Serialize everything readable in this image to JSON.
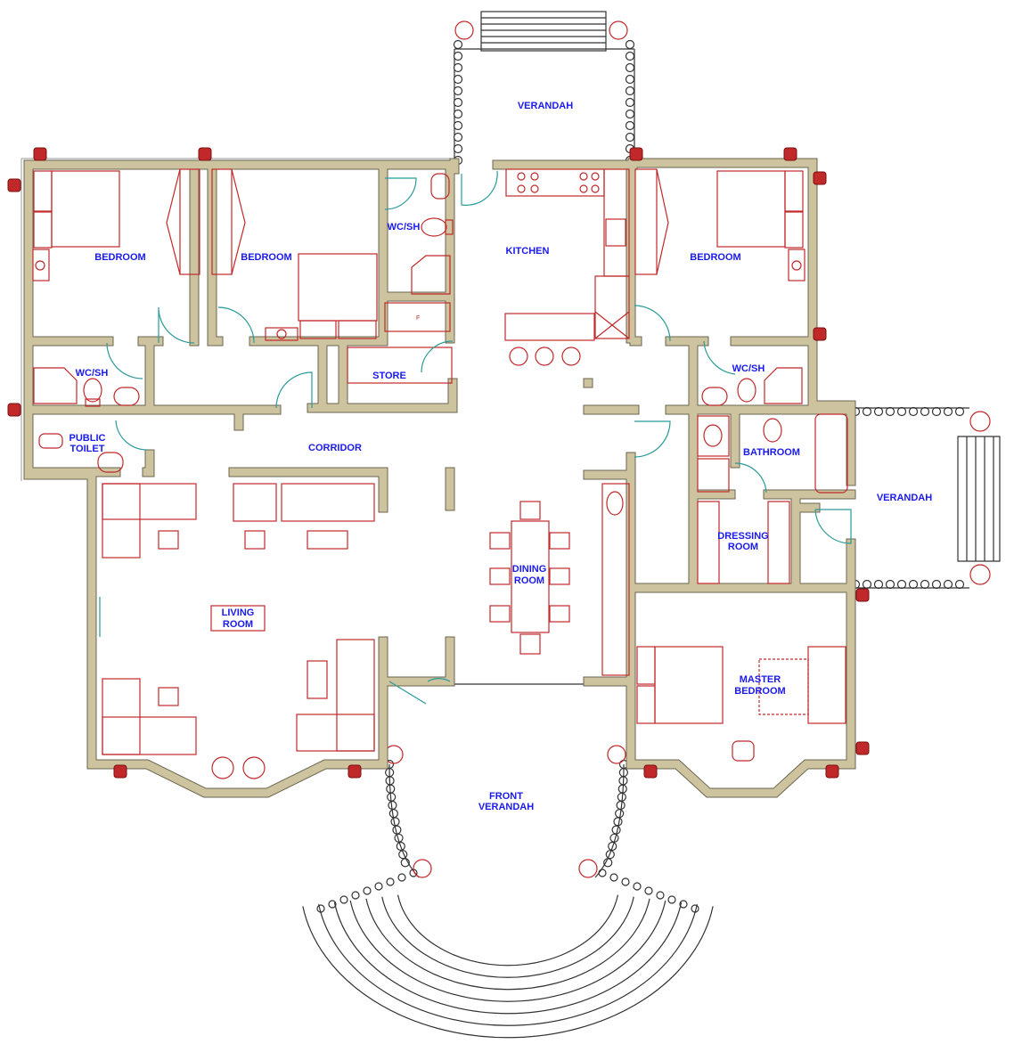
{
  "title": "House floor plan",
  "rooms": {
    "verandah_top": "VERANDAH",
    "bedroom_1": "BEDROOM",
    "bedroom_2": "BEDROOM",
    "wcsh_top": "WC/SH",
    "kitchen": "KITCHEN",
    "bedroom_3": "BEDROOM",
    "wcsh_left": "WC/SH",
    "store": "STORE",
    "wcsh_right": "WC/SH",
    "public_toilet_1": "PUBLIC",
    "public_toilet_2": "TOILET",
    "corridor": "CORRIDOR",
    "bathroom": "BATHROOM",
    "verandah_right": "VERANDAH",
    "dressing_1": "DRESSING",
    "dressing_2": "ROOM",
    "dining_1": "DINING",
    "dining_2": "ROOM",
    "living_1": "LIVING",
    "living_2": "ROOM",
    "master_1": "MASTER",
    "master_2": "BEDROOM",
    "front_1": "FRONT",
    "front_2": "VERANDAH"
  },
  "fixtures": {
    "fridge_mark": "F"
  },
  "colors": {
    "wall": "#cdc39e",
    "furniture": "#c0282a",
    "door": "#2a9a9a",
    "label": "#1a1aee"
  }
}
